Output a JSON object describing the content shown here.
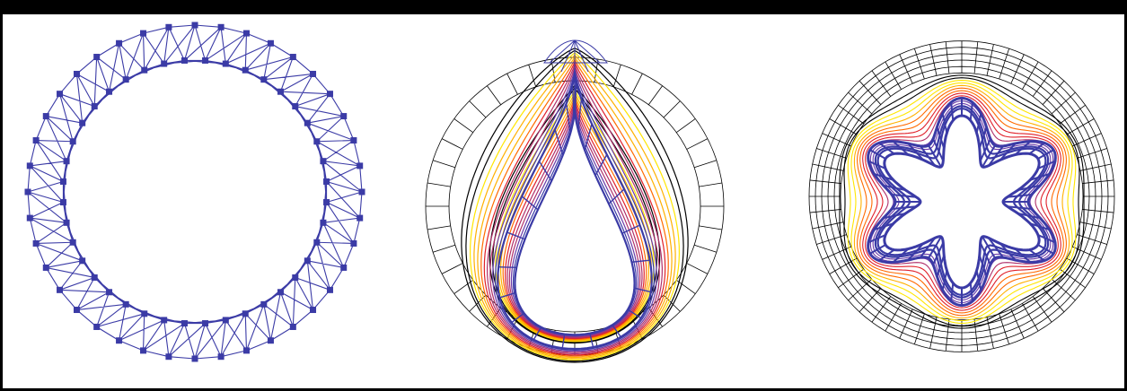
{
  "figure": {
    "panels": [
      {
        "id": "panel-1",
        "description_name": "ring-mesh",
        "node_count": 40
      },
      {
        "id": "panel-2",
        "description_name": "teardrop-deformation",
        "layers": 12
      },
      {
        "id": "panel-3",
        "description_name": "folded-ring-deformation",
        "lobes": 6,
        "layers": 14
      }
    ],
    "colors": {
      "mesh": "#3b3ba6",
      "frame": "#000000",
      "gradient": [
        "#000000",
        "#ffe600",
        "#ffb000",
        "#ff6a00",
        "#e0202a",
        "#b0306a",
        "#6a3aa8",
        "#3b3ba6"
      ]
    }
  }
}
